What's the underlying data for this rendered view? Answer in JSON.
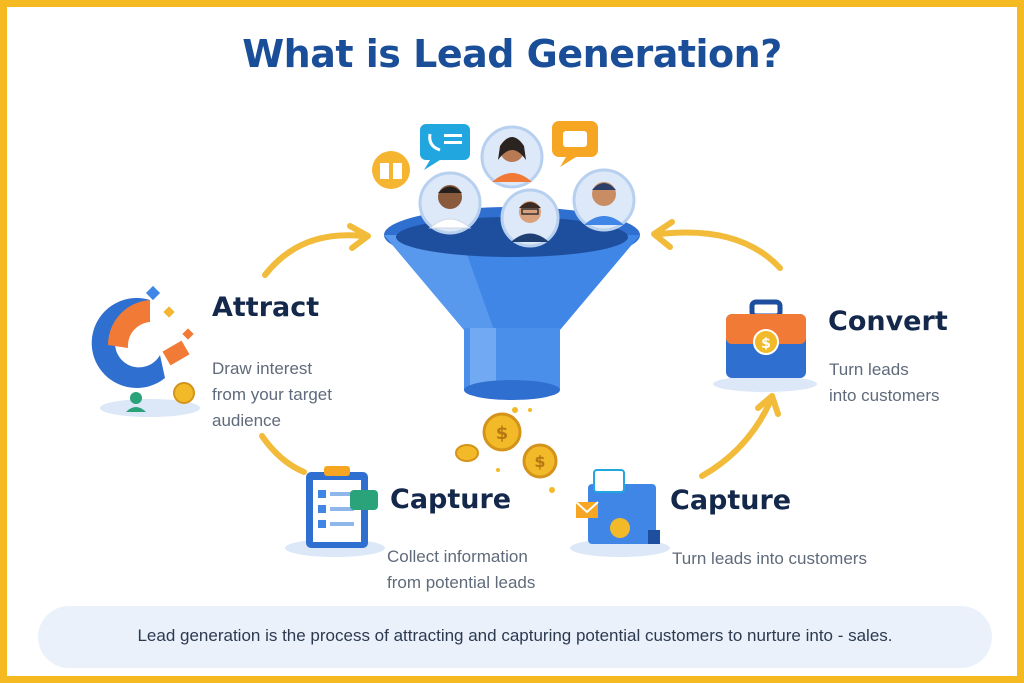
{
  "title": "What is Lead Generation?",
  "steps": [
    {
      "heading": "Attract",
      "desc_lines": [
        "Draw interest",
        "from your target",
        "audience"
      ]
    },
    {
      "heading": "Capture",
      "desc_lines": [
        "Collect information",
        "from potential leads"
      ]
    },
    {
      "heading": "Capture",
      "desc_lines": [
        "Turn leads into customers"
      ]
    },
    {
      "heading": "Convert",
      "desc_lines": [
        "Turn leads",
        "into customers"
      ]
    }
  ],
  "footer": "Lead generation is the process of attracting and capturing potential customers to nurture into - sales.",
  "colors": {
    "frame": "#f5b921",
    "title": "#1a4e98",
    "funnel": "#3f86e6",
    "arrows": "#f2bb3a",
    "coin": "#f2b928",
    "heading": "#14284b",
    "body_text": "#5f6a7a",
    "footer_bg": "#eaf1fb"
  },
  "icons": [
    "funnel-icon",
    "magnet-icon",
    "clipboard-form-icon",
    "email-dashboard-icon",
    "briefcase-icon",
    "coin-icon",
    "person-avatar-icon",
    "chat-bubble-icon",
    "phone-chat-icon",
    "gift-icon",
    "curved-arrow-icon"
  ]
}
